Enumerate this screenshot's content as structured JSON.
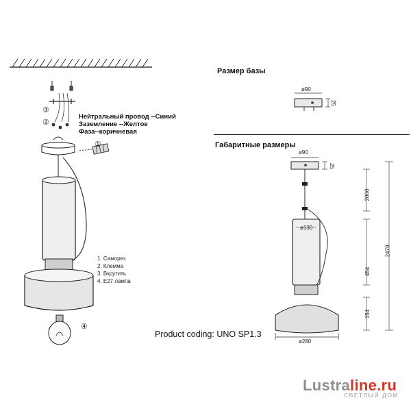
{
  "install": {
    "wires": [
      "Нейтральный провод --Синий",
      "Заземление --Желтое",
      "Фаза--коричневая"
    ],
    "parts": [
      "1. Саморез",
      "2. Клемма",
      "3. Вкрутить",
      "4. E27 лампа"
    ],
    "callouts": [
      "①",
      "②",
      "③",
      "④"
    ]
  },
  "base": {
    "heading": "Размер базы",
    "diameter": "ø90",
    "height": "25"
  },
  "overall": {
    "heading": "Габаритные размеры",
    "top_diameter": "ø90",
    "top_height": "25",
    "glass_diameter": "ø130",
    "shade_diameter": "ø280",
    "cable_length": "2000",
    "total_height": "2479",
    "body_height": "454",
    "shade_height": "154"
  },
  "product_coding": "Product coding: UNO SP1.3",
  "brand": {
    "name_part1": "Lustra",
    "name_part2": "line.ru",
    "tagline": "СВЕТЛЫЙ ДОМ",
    "colors": {
      "gray": "#8e8e8e",
      "red": "#e0311f"
    }
  }
}
